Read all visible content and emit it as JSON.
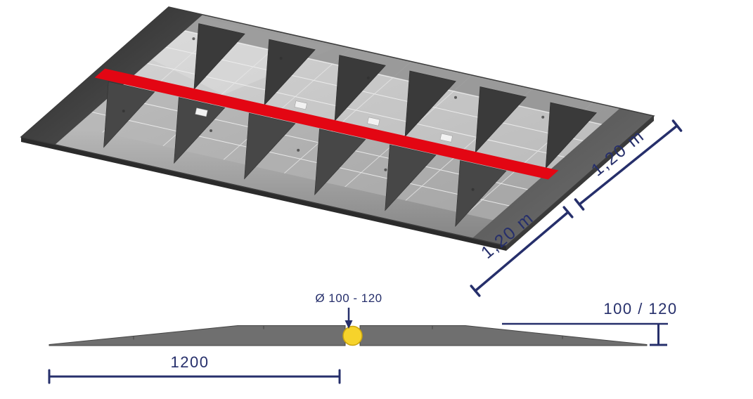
{
  "diagram": {
    "kind": "technical-dimension-drawing",
    "labels": {
      "length_upper": "1,20 m",
      "length_lower": "1,20 m",
      "diameter": "Ø 100 - 120",
      "height": "100 / 120",
      "width": "1200"
    },
    "colors": {
      "dimension_navy": "#262f6b",
      "stripe_red": "#e30613",
      "channel_yellow": "#f6d32b",
      "body_gray": "#6f6f6f",
      "surface_light_gray": "#c9c9c9"
    }
  }
}
